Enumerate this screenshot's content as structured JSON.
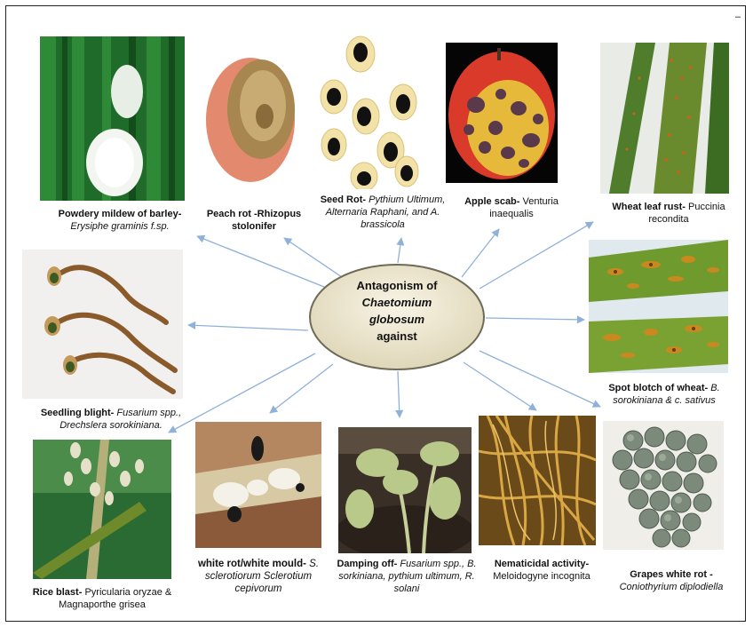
{
  "hub": {
    "line1": "Antagonism of",
    "line2": "Chaetomium",
    "line3": "globosum",
    "line4": "against"
  },
  "corner_mark": "–",
  "items": [
    {
      "bold": "Powdery mildew of barley-",
      "normal": "",
      "italic": "Erysiphe graminis f.sp."
    },
    {
      "bold": "Peach rot -Rhizopus stolonifer",
      "normal": "",
      "italic": ""
    },
    {
      "bold": "Seed Rot-",
      "normal": "",
      "italic": "Pythium Ultimum, Alternaria Raphani, and A. brassicola"
    },
    {
      "bold": "Apple scab-",
      "normal": "Venturia inaequalis",
      "italic": ""
    },
    {
      "bold": "Wheat leaf rust-",
      "normal": "Puccinia recondita",
      "italic": ""
    },
    {
      "bold": "Seedling blight-",
      "normal": "",
      "italic": "Fusarium spp., Drechslera sorokiniana."
    },
    {
      "bold": "Spot blotch of wheat-",
      "normal": "",
      "italic": "B. sorokiniana & c. sativus"
    },
    {
      "bold": "Rice blast-",
      "normal": "Pyricularia oryzae & Magnaporthe grisea",
      "italic": ""
    },
    {
      "bold": "white rot/white mould-",
      "normal": "",
      "italic": "S. sclerotiorum Sclerotium cepivorum"
    },
    {
      "bold": "Damping off-",
      "normal": "",
      "italic": "Fusarium spp., B. sorkiniana, pythium ultimum, R. solani"
    },
    {
      "bold": "Nematicidal activity-",
      "normal": "Meloidogyne incognita",
      "italic": ""
    },
    {
      "bold": "Grapes white rot -",
      "normal": "",
      "italic": "Coniothyrium diplodiella"
    }
  ],
  "colors": {
    "arrow": "#8fb0d8",
    "hub_fill": "#ede7cf",
    "hub_stroke": "#6e6a58"
  }
}
